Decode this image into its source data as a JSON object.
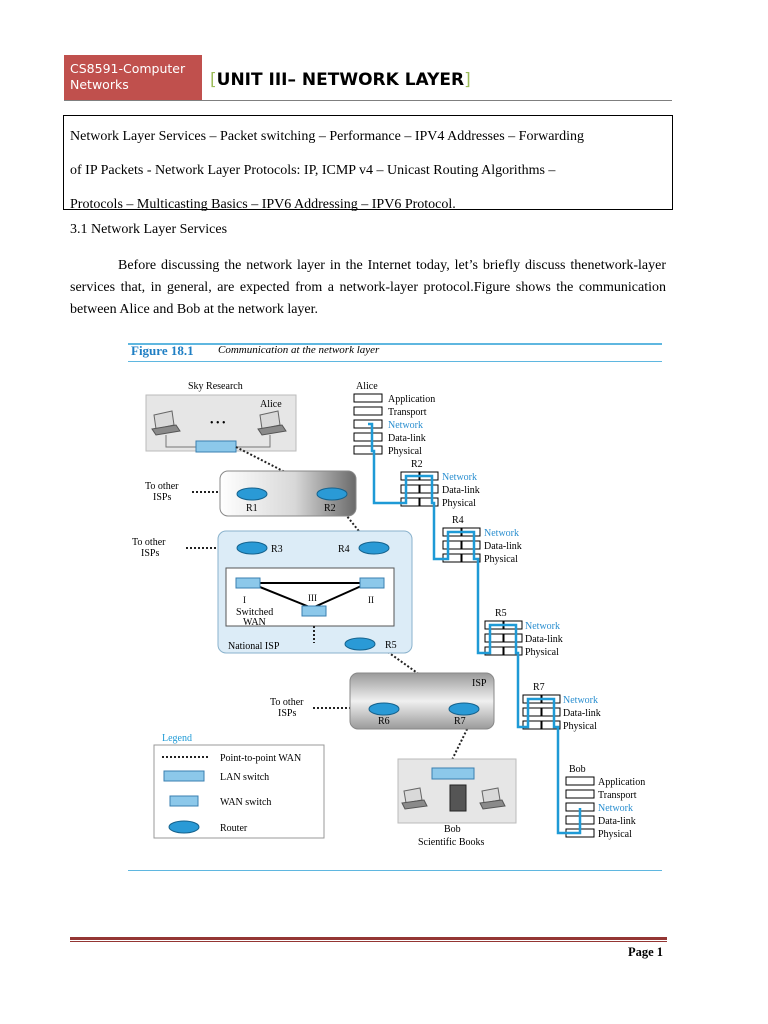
{
  "header": {
    "course_line1": "CS8591-Computer",
    "course_line2": "Networks",
    "bracket_open": "[",
    "unit_title": "UNIT III– NETWORK LAYER",
    "bracket_close": "]"
  },
  "topics": {
    "line1": "Network Layer Services – Packet switching – Performance – IPV4 Addresses – Forwarding",
    "line2": "of IP Packets - Network Layer Protocols: IP, ICMP v4 – Unicast Routing Algorithms –",
    "line3": "Protocols – Multicasting Basics – IPV6 Addressing – IPV6 Protocol."
  },
  "section": {
    "heading": "3.1 Network Layer Services",
    "paragraph": "Before discussing the network layer in the Internet today, let’s briefly discuss thenetwork-layer services that, in general, are expected from a network-layer protocol.Figure shows the communication between Alice and Bob at the network layer."
  },
  "figure": {
    "label": "Figure 18.1",
    "caption": "Communication at the network layer",
    "sky_research": "Sky Research",
    "alice_host": "Alice",
    "dots": "• • •",
    "to_other_isps_1a": "To other",
    "to_other_isps_1b": "ISPs",
    "to_other_isps_2a": "To other",
    "to_other_isps_2b": "ISPs",
    "to_other_isps_3a": "To other",
    "to_other_isps_3b": "ISPs",
    "r1": "R1",
    "r2": "R2",
    "r3": "R3",
    "r4": "R4",
    "r5": "R5",
    "r6": "R6",
    "r7": "R7",
    "sw_i": "I",
    "sw_ii": "II",
    "sw_iii": "III",
    "switched": "Switched",
    "wan": "WAN",
    "national_isp": "National ISP",
    "isp": "ISP",
    "bob_label": "Bob",
    "scientific_books": "Scientific Books",
    "legend_title": "Legend",
    "legend_p2p": "Point-to-point WAN",
    "legend_lan": "LAN switch",
    "legend_wan": "WAN switch",
    "legend_router": "Router",
    "alice_stack_title": "Alice",
    "alice_application": "Application",
    "alice_transport": "Transport",
    "alice_network": "Network",
    "alice_datalink": "Data-link",
    "alice_physical": "Physical",
    "r2_title": "R2",
    "r2_network": "Network",
    "r2_datalink": "Data-link",
    "r2_physical": "Physical",
    "r4_title": "R4",
    "r4_network": "Network",
    "r4_datalink": "Data-link",
    "r4_physical": "Physical",
    "r5_title": "R5",
    "r5_network": "Network",
    "r5_datalink": "Data-link",
    "r5_physical": "Physical",
    "r7_title": "R7",
    "r7_network": "Network",
    "r7_datalink": "Data-link",
    "r7_physical": "Physical",
    "bob_stack_title": "Bob",
    "bob_application": "Application",
    "bob_transport": "Transport",
    "bob_network": "Network",
    "bob_datalink": "Data-link",
    "bob_physical": "Physical",
    "colors": {
      "accent_blue": "#1e9ad6",
      "network_text": "#2b8fd0",
      "header_badge": "#c0504d",
      "footer_rule": "#943634"
    }
  },
  "footer": {
    "page_label": "Page 1"
  }
}
